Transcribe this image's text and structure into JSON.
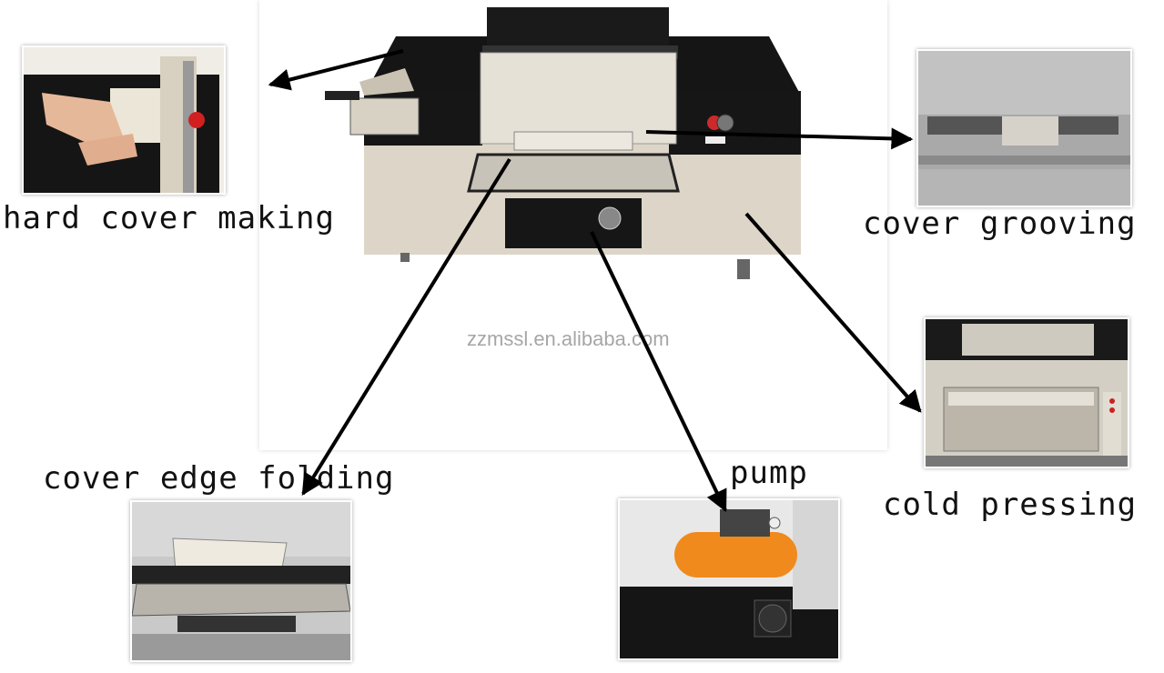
{
  "labels": {
    "hard_cover": "hard cover making",
    "grooving": "cover grooving",
    "pressing": "cold pressing",
    "folding": "cover edge folding",
    "pump": "pump"
  },
  "watermark": "zzmssl.en.alibaba.com",
  "colors": {
    "machine_body": "#ddd6c8",
    "machine_black": "#111111",
    "pump_orange": "#f08a1c",
    "arrow": "#000000"
  }
}
